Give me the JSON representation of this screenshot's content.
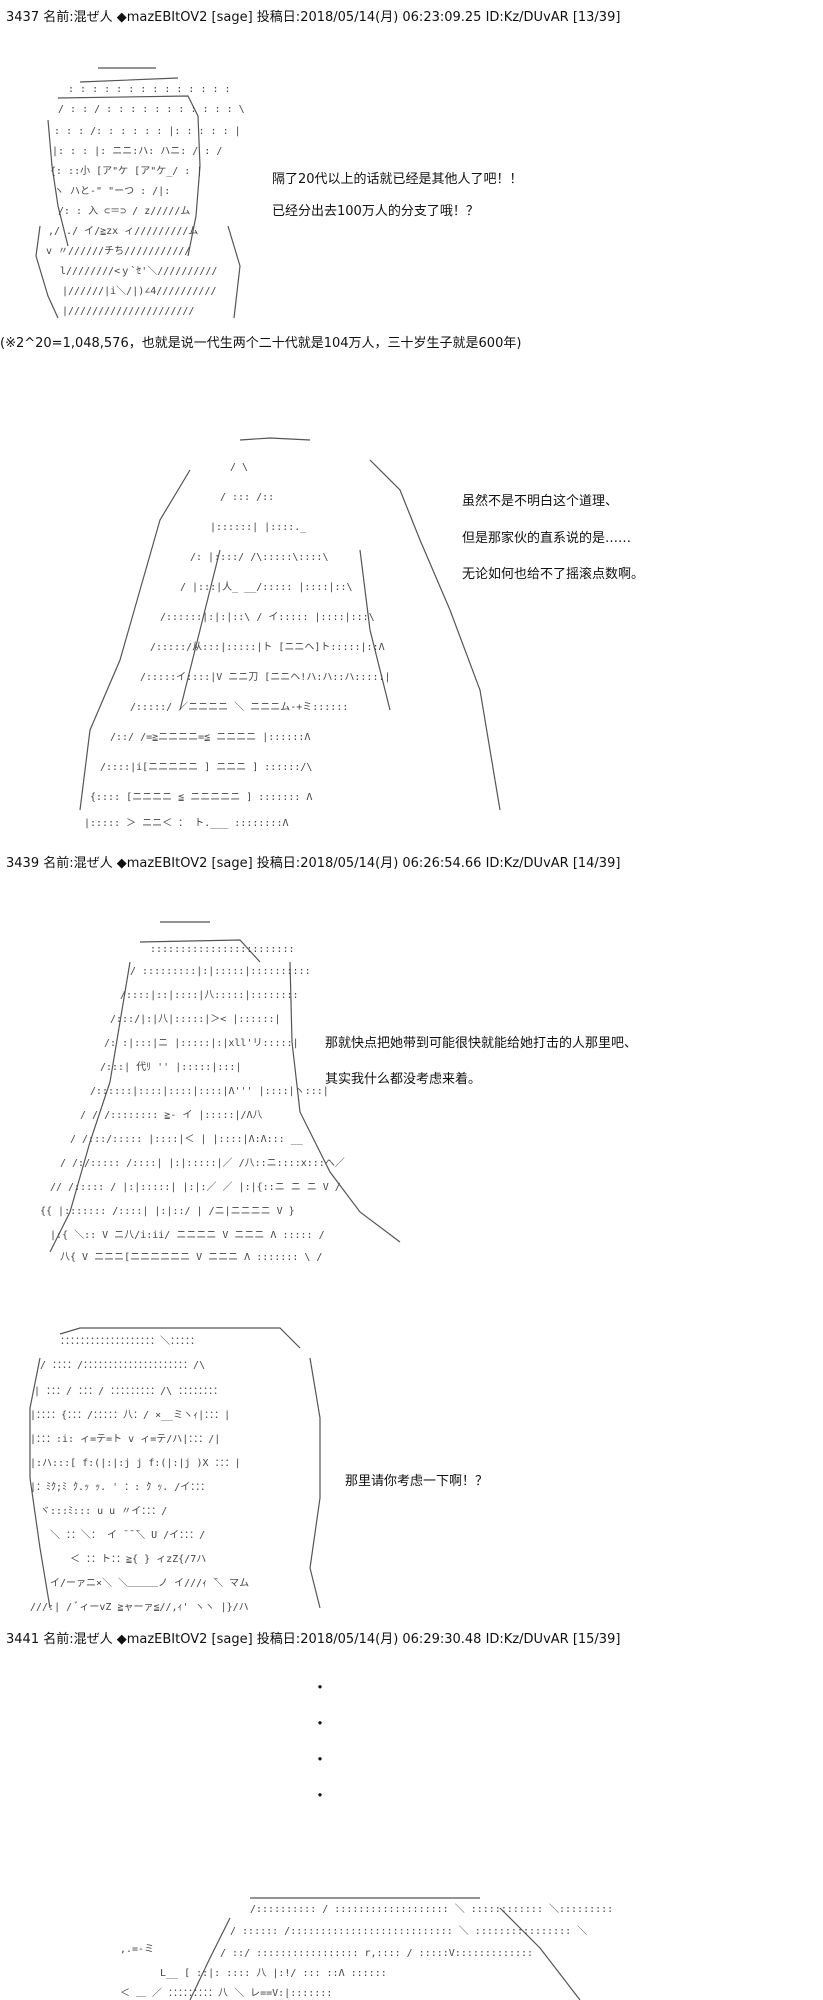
{
  "posts": [
    {
      "header": "3437 名前:混ぜ人 ◆mazEBItOV2 [sage] 投稿日:2018/05/14(月) 06:23:09.25 ID:Kz/DUvAR [13/39]",
      "lines": [
        "隔了20代以上的话就已经是其他人了吧！！",
        "已经分出去100万人的分支了哦！？"
      ],
      "note": "(※2^20=1,048,576，也就是说一代生两个二十代就是104万人，三十岁生子就是600年)"
    },
    {
      "lines": [
        "虽然不是不明白这个道理、",
        "但是那家伙的直系说的是……",
        "无论如何也给不了摇滚点数啊。"
      ]
    },
    {
      "header": "3439 名前:混ぜ人 ◆mazEBItOV2 [sage] 投稿日:2018/05/14(月) 06:26:54.66 ID:Kz/DUvAR [14/39]",
      "lines": [
        "那就快点把她带到可能很快就能给她打击的人那里吧、",
        "其实我什么都没考虑来着。"
      ]
    },
    {
      "lines": [
        "那里请你考虑一下啊！？"
      ]
    },
    {
      "header": "3441 名前:混ぜ人 ◆mazEBItOV2 [sage] 投稿日:2018/05/14(月) 06:29:30.48 ID:Kz/DUvAR [15/39]",
      "dots": [
        "・",
        "・",
        "・",
        "・"
      ]
    }
  ]
}
